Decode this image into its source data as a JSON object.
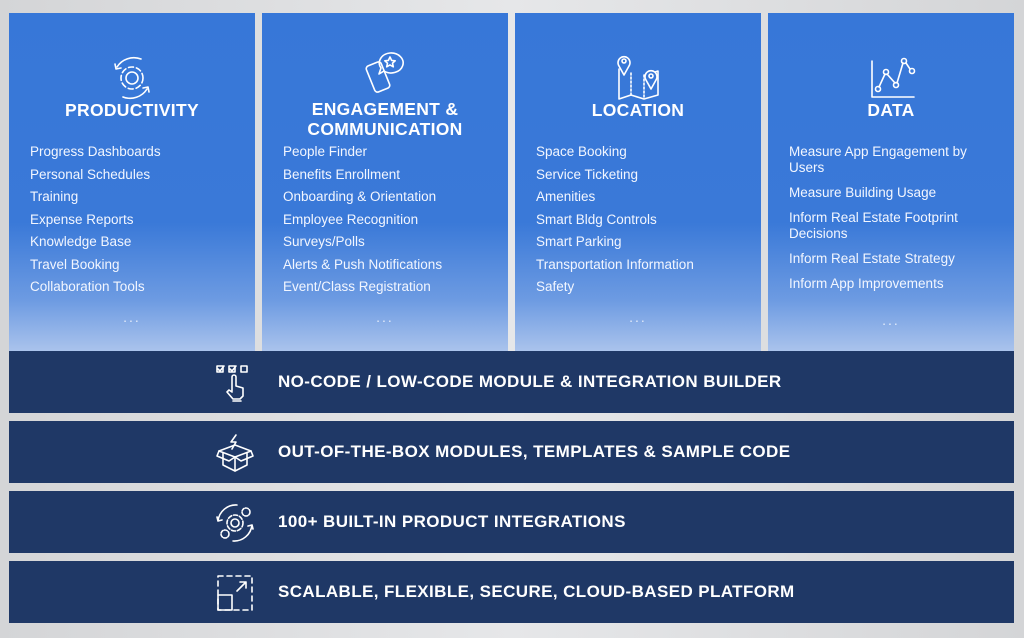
{
  "columns": [
    {
      "title": "PRODUCTIVITY",
      "icon": "gear-cycle-icon",
      "items": [
        "Progress Dashboards",
        "Personal Schedules",
        "Training",
        "Expense Reports",
        "Knowledge Base",
        "Travel Booking",
        "Collaboration Tools"
      ],
      "more": "..."
    },
    {
      "title_line1": "ENGAGEMENT &",
      "title_line2": "COMMUNICATION",
      "icon": "phone-star-chat-icon",
      "items": [
        "People Finder",
        "Benefits Enrollment",
        "Onboarding & Orientation",
        "Employee Recognition",
        "Surveys/Polls",
        "Alerts & Push Notifications",
        "Event/Class Registration"
      ],
      "more": "..."
    },
    {
      "title": "LOCATION",
      "icon": "map-pin-icon",
      "items": [
        "Space Booking",
        "Service Ticketing",
        "Amenities",
        "Smart Bldg Controls",
        "Smart Parking",
        "Transportation Information",
        "Safety"
      ],
      "more": "..."
    },
    {
      "title": "DATA",
      "icon": "line-chart-icon",
      "items": [
        "Measure App Engagement by Users",
        "Measure Building Usage",
        "Inform Real Estate Footprint Decisions",
        "Inform Real Estate Strategy",
        "Inform App Improvements"
      ],
      "more": "..."
    }
  ],
  "layers": [
    {
      "label": "NO-CODE / LOW-CODE MODULE & INTEGRATION BUILDER",
      "icon": "checkbox-hand-icon"
    },
    {
      "label": "OUT-OF-THE-BOX MODULES, TEMPLATES & SAMPLE CODE",
      "icon": "box-lightning-icon"
    },
    {
      "label": "100+ BUILT-IN PRODUCT INTEGRATIONS",
      "icon": "gears-cycle-icon"
    },
    {
      "label": "SCALABLE, FLEXIBLE, SECURE, CLOUD-BASED PLATFORM",
      "icon": "scale-expand-icon"
    }
  ],
  "colors": {
    "column": "#3777d8",
    "layer": "#1f3866",
    "background": "#dcdddf"
  }
}
